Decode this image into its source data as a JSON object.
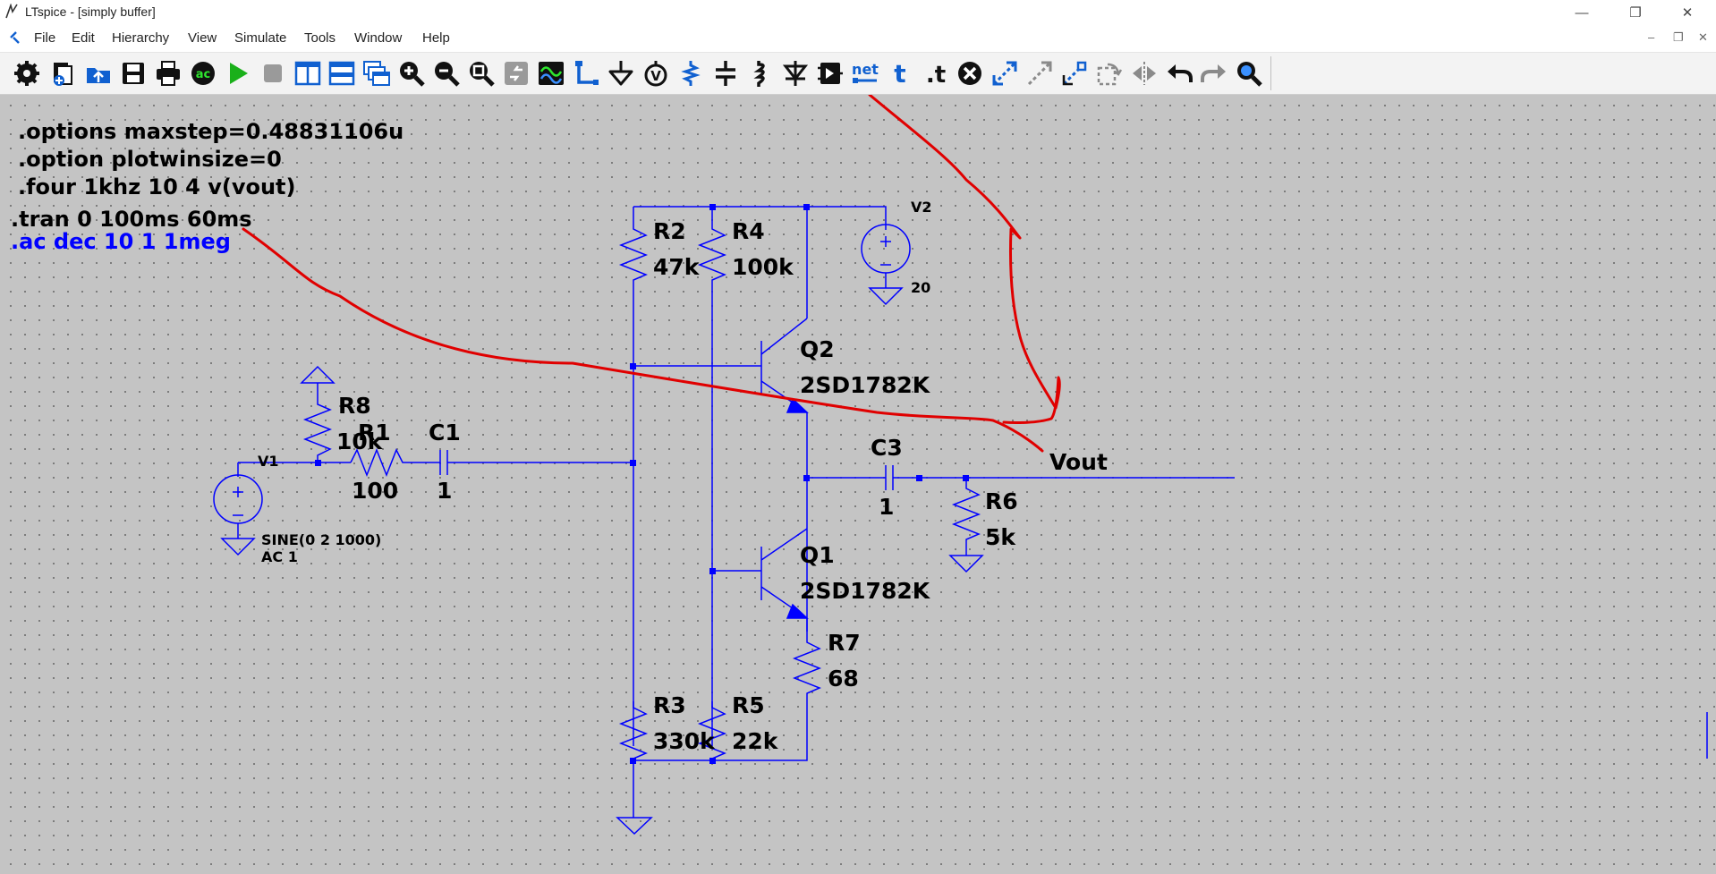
{
  "window": {
    "title": "LTspice - [simply buffer]"
  },
  "menu": {
    "items": [
      "File",
      "Edit",
      "Hierarchy",
      "View",
      "Simulate",
      "Tools",
      "Window",
      "Help"
    ]
  },
  "toolbar": {
    "net_label": "net",
    "text_label": "t",
    "spice_label": ".t",
    "buttons": [
      "settings-icon",
      "new-schematic-icon",
      "open-icon",
      "save-icon",
      "print-icon",
      "ac-analysis-icon",
      "run-icon",
      "halt-icon",
      "tile-vertical-icon",
      "tile-horizontal-icon",
      "cascade-icon",
      "zoom-in-icon",
      "zoom-out-icon",
      "zoom-fit-icon",
      "zoom-back-icon",
      "waveform-icon",
      "wire-icon",
      "ground-icon",
      "voltage-label-icon",
      "resistor-icon",
      "capacitor-icon",
      "inductor-icon",
      "diode-icon",
      "component-icon",
      "net-label-icon",
      "text-icon",
      "spice-directive-icon",
      "delete-icon",
      "move-icon",
      "drag-icon",
      "mirror-icon",
      "rotate-icon",
      "flip-icon",
      "undo-icon",
      "redo-icon",
      "find-icon"
    ]
  },
  "schematic": {
    "directives": [
      ".options maxstep=0.48831106u",
      ".option plotwinsize=0",
      ".four 1khz 10 4 v(vout)",
      ".tran 0 100ms 60ms",
      ".ac dec 10 1 1meg"
    ],
    "components": {
      "R1": {
        "name": "R1",
        "value": "100"
      },
      "R2": {
        "name": "R2",
        "value": "47k"
      },
      "R3": {
        "name": "R3",
        "value": "330k"
      },
      "R4": {
        "name": "R4",
        "value": "100k"
      },
      "R5": {
        "name": "R5",
        "value": "22k"
      },
      "R6": {
        "name": "R6",
        "value": "5k"
      },
      "R7": {
        "name": "R7",
        "value": "68"
      },
      "R8": {
        "name": "R8",
        "value": "10k"
      },
      "C1": {
        "name": "C1",
        "value": "1"
      },
      "C3": {
        "name": "C3",
        "value": "1"
      },
      "Q1": {
        "name": "Q1",
        "value": "2SD1782K"
      },
      "Q2": {
        "name": "Q2",
        "value": "2SD1782K"
      },
      "V1": {
        "name": "V1",
        "value": "SINE(0 2 1000)",
        "ac": "AC 1"
      },
      "V2": {
        "name": "V2",
        "value": "20"
      }
    },
    "net_label": "Vout"
  },
  "colors": {
    "wire": "#0000ff",
    "canvas": "#c4c4c4",
    "annotation": "#e00000",
    "ac_directive": "#0000ff"
  }
}
